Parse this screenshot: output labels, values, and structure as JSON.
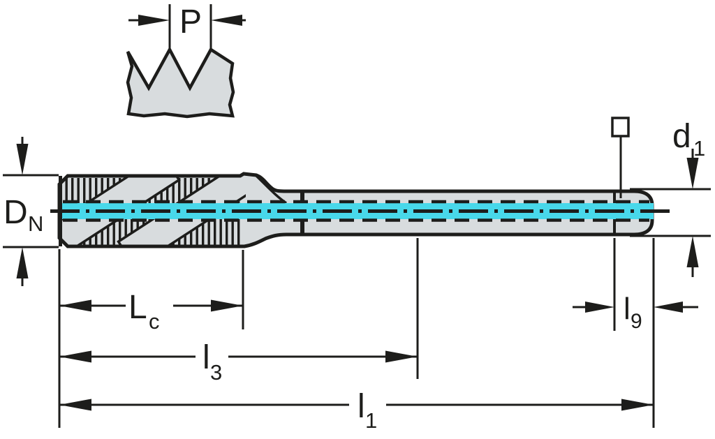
{
  "drawing": {
    "kind": "machine-tap-dimension-diagram",
    "labels": {
      "pitch": {
        "main": "P",
        "sub": ""
      },
      "nominal_diameter": {
        "main": "D",
        "sub": "N"
      },
      "shank_diameter": {
        "main": "d",
        "sub": "1"
      },
      "chamfer_length": {
        "main": "L",
        "sub": "c"
      },
      "thread_length": {
        "main": "l",
        "sub": "3"
      },
      "overall_length": {
        "main": "l",
        "sub": "1"
      },
      "square_length": {
        "main": "l",
        "sub": "9"
      }
    },
    "icons": {
      "square_drive_symbol": "open-square"
    },
    "colors": {
      "line": "#1d1d1b",
      "body_fill": "#d8dcde",
      "axis_highlight": "#48d8ea",
      "background": "#ffffff"
    }
  }
}
